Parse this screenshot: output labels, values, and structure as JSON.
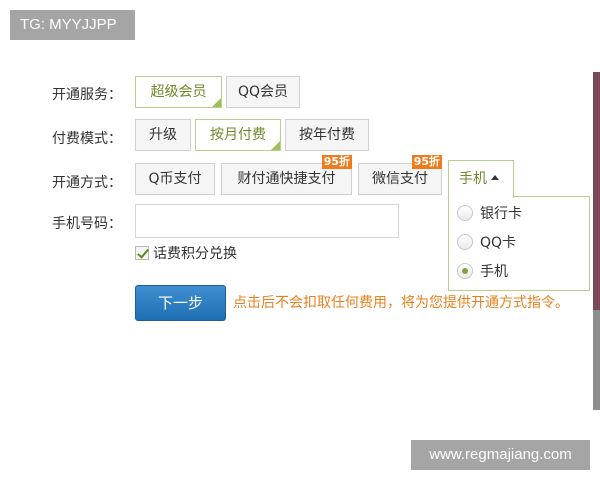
{
  "watermarks": {
    "top": "TG: MYYJJPP",
    "bottom": "www.regmajiang.com"
  },
  "colors": {
    "selected_border": "#b9cf8c",
    "selected_text": "#6d8a2b",
    "badge": "#f07b1a",
    "primary_button": "#2a7cc4",
    "note_text": "#e8801e"
  },
  "service": {
    "label": "开通服务：",
    "options": [
      {
        "label": "超级会员",
        "selected": true
      },
      {
        "label": "QQ会员",
        "selected": false
      }
    ]
  },
  "billing": {
    "label": "付费模式：",
    "options": [
      {
        "label": "升级",
        "selected": false
      },
      {
        "label": "按月付费",
        "selected": true
      },
      {
        "label": "按年付费",
        "selected": false
      }
    ]
  },
  "payment": {
    "label": "开通方式：",
    "options": [
      {
        "label": "Q币支付",
        "badge": ""
      },
      {
        "label": "财付通快捷支付",
        "badge": "95折"
      },
      {
        "label": "微信支付",
        "badge": "95折"
      }
    ],
    "dropdown": {
      "selected_label": "手机",
      "items": [
        {
          "label": "银行卡",
          "checked": false
        },
        {
          "label": "QQ卡",
          "checked": false
        },
        {
          "label": "手机",
          "checked": true
        }
      ]
    }
  },
  "phone": {
    "label": "手机号码：",
    "value": "",
    "checkbox_label": "话费积分兑换",
    "checkbox_checked": true
  },
  "actions": {
    "next_label": "下一步",
    "note": "点击后不会扣取任何费用，将为您提供开通方式指令。"
  }
}
